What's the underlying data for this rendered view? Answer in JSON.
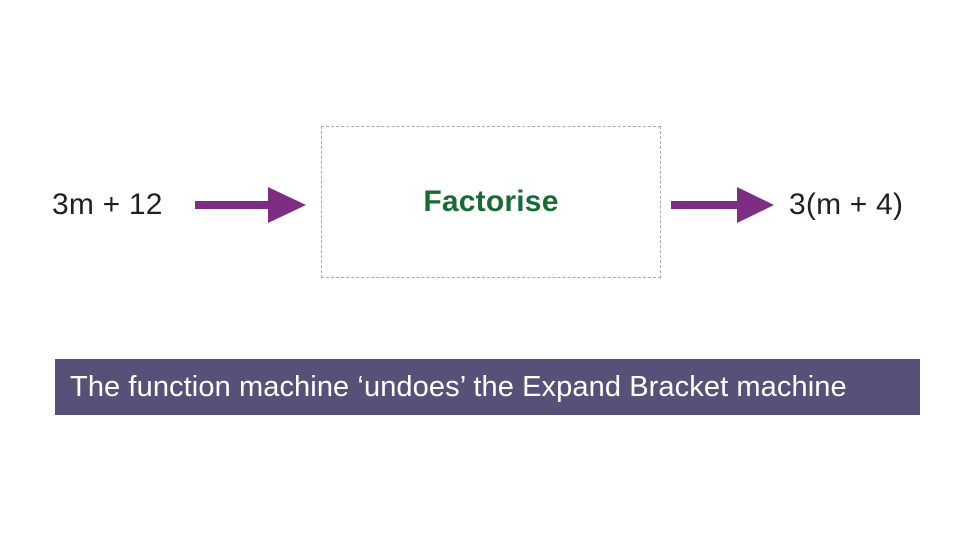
{
  "diagram": {
    "type": "function-machine",
    "background_color": "#ffffff",
    "input": {
      "label": "3m + 12",
      "text_color": "#231f20"
    },
    "machine": {
      "label": "Factorise",
      "text_color": "#186b35",
      "border_style": "dashed",
      "border_color": "#a9a9a9",
      "fill_color": "#ffffff"
    },
    "output": {
      "label": "3(m + 4)",
      "text_color": "#231f20"
    },
    "arrows": [
      {
        "name": "input-arrow",
        "direction": "right",
        "color": "#7e2e82"
      },
      {
        "name": "output-arrow",
        "direction": "right",
        "color": "#7e2e82"
      }
    ]
  },
  "caption": {
    "text": "The function machine ‘undoes’ the Expand Bracket machine",
    "background_color": "#575179",
    "text_color": "#ffffff"
  }
}
